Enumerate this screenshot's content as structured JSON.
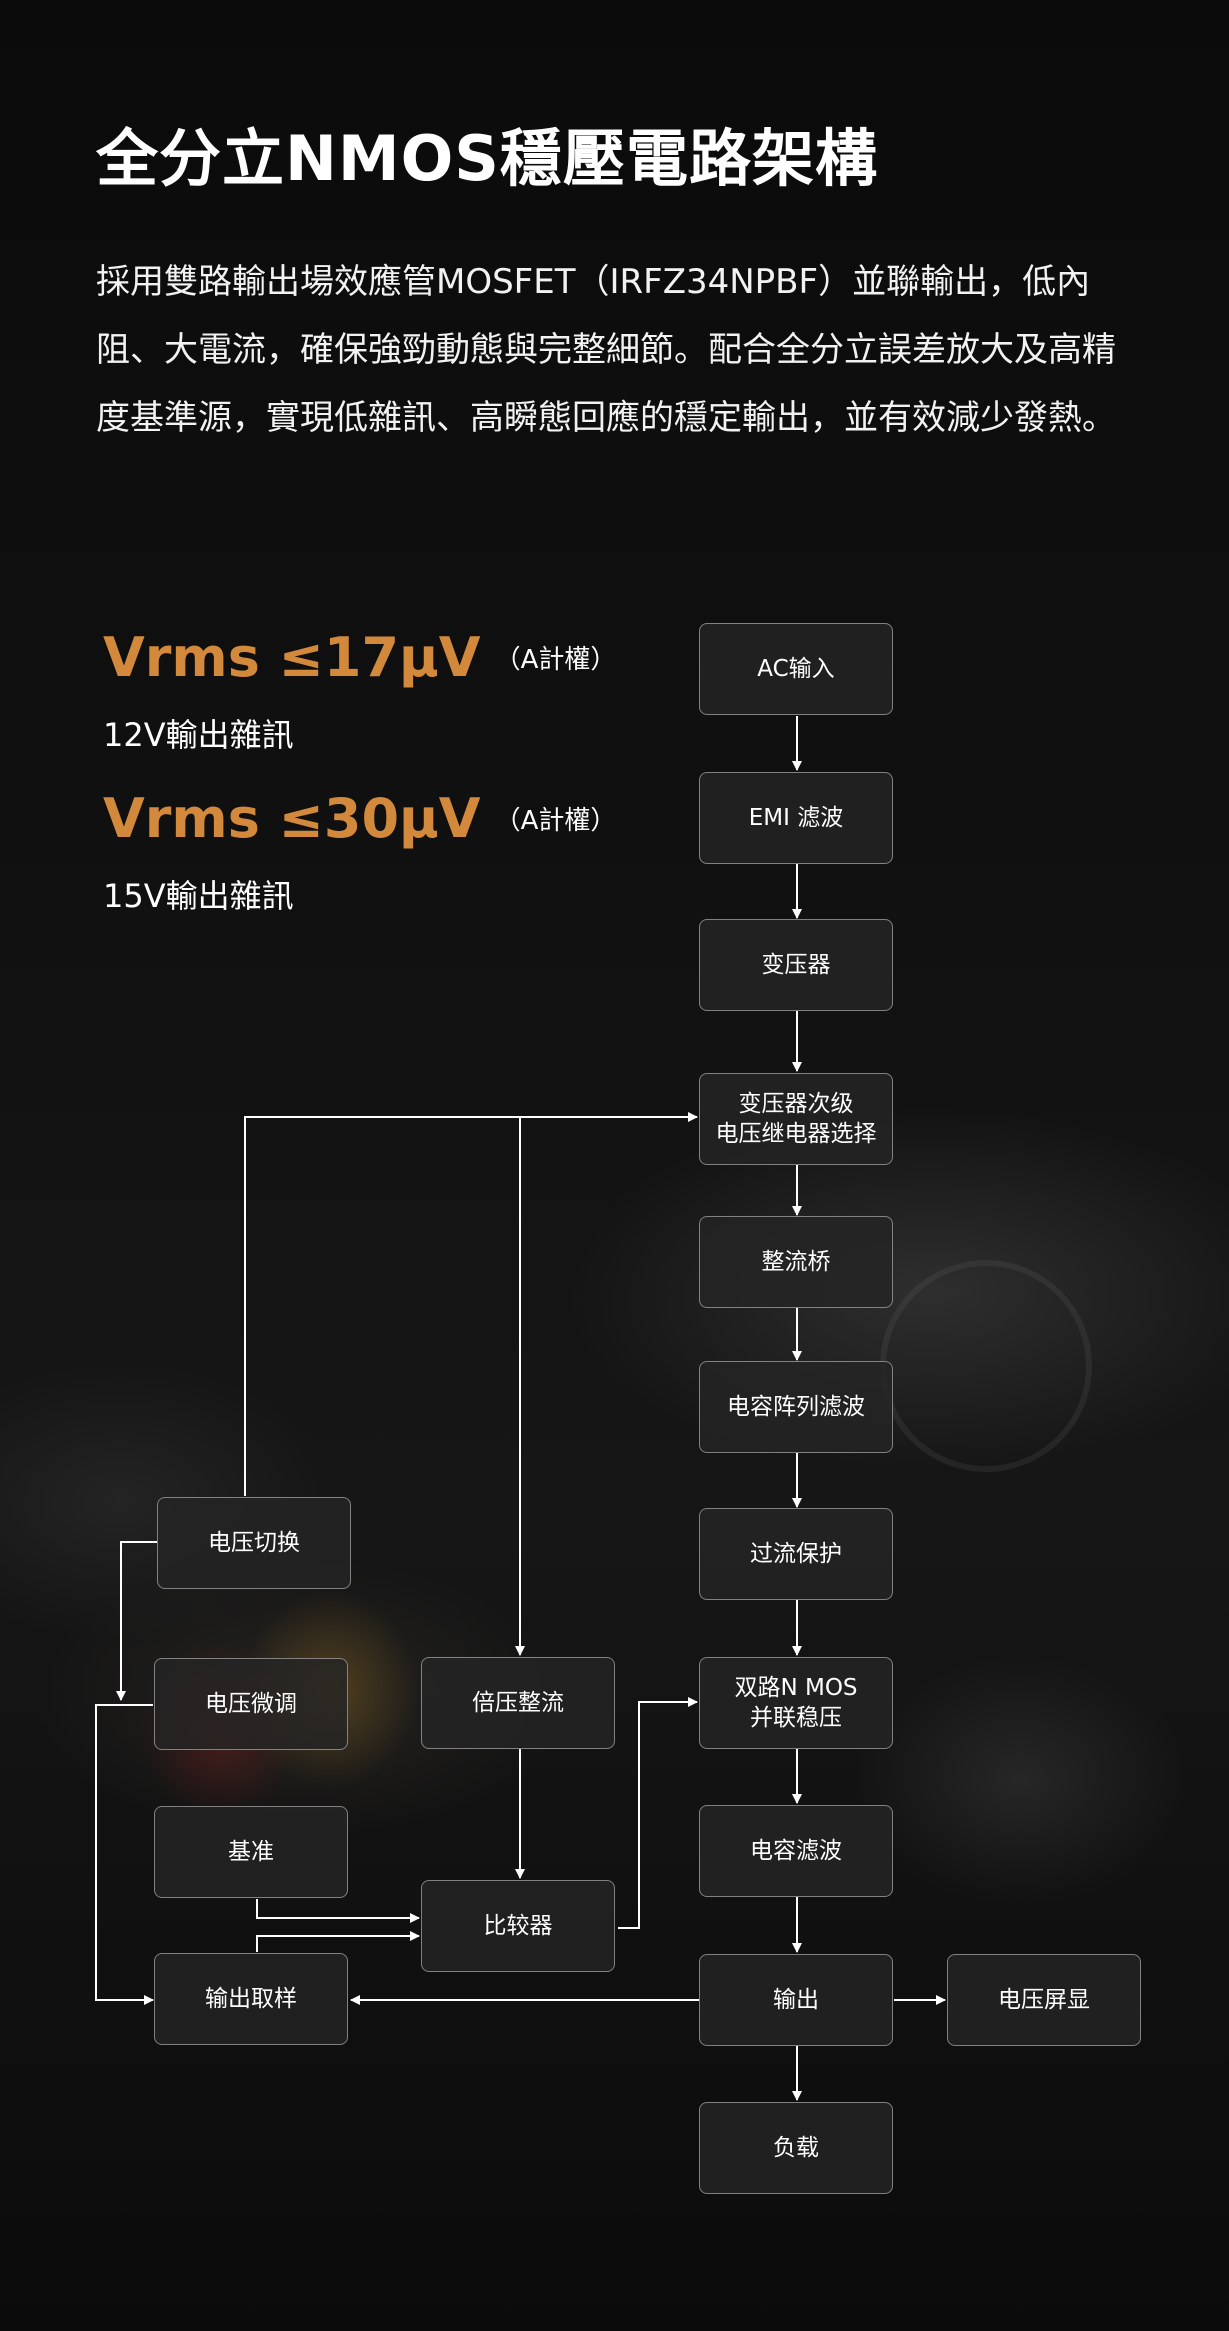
{
  "title": "全分立NMOS穩壓電路架構",
  "description": "採用雙路輸出場效應管MOSFET（IRFZ34NPBF）並聯輸出，低內阻、大電流，確保強勁動態與完整細節。配合全分立誤差放大及高精度基準源，實現低雜訊、高瞬態回應的穩定輸出，並有效減少發熱。",
  "specs": [
    {
      "value": "Vrms ≤17μV",
      "weighting": "（A計權）",
      "label": "12V輸出雜訊"
    },
    {
      "value": "Vrms ≤30μV",
      "weighting": "（A計權）",
      "label": "15V輸出雜訊"
    }
  ],
  "colors": {
    "accent": "#d3893c",
    "background": "#0b0b0b"
  },
  "diagram": {
    "nodes": {
      "ac_input": "AC输入",
      "emi_filter": "EMI 滤波",
      "transformer": "变压器",
      "secondary_relay": "变压器次级\n电压继电器选择",
      "rectifier_bridge": "整流桥",
      "capacitor_array": "电容阵列滤波",
      "overcurrent": "过流保护",
      "dual_nmos": "双路N MOS\n并联稳压",
      "capacitor_filter": "电容滤波",
      "output": "输出",
      "load": "负载",
      "voltage_display": "电压屏显",
      "voltage_switch": "电压切换",
      "voltage_trim": "电压微调",
      "voltage_doubler": "倍压整流",
      "reference": "基准",
      "comparator": "比较器",
      "output_sampling": "输出取样"
    }
  }
}
